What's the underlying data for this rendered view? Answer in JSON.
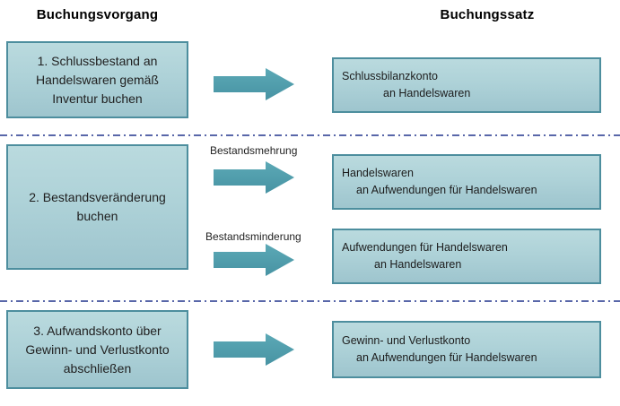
{
  "headers": {
    "left_title": "Buchungsvorgang",
    "right_title": "Buchungssatz"
  },
  "steps": [
    {
      "process": "1. Schlussbestand an Handelswaren gemäß Inventur buchen",
      "bookings": [
        {
          "arrow_label": "",
          "debit": "Schlussbilanzkonto",
          "credit": "an Handelswaren"
        }
      ]
    },
    {
      "process": "2. Bestandsveränderung buchen",
      "bookings": [
        {
          "arrow_label": "Bestandsmehrung",
          "debit": "Handelswaren",
          "credit": "an Aufwendungen für Handelswaren"
        },
        {
          "arrow_label": "Bestandsminderung",
          "debit": "Aufwendungen für Handelswaren",
          "credit": "an Handelswaren"
        }
      ]
    },
    {
      "process": "3. Aufwandskonto über Gewinn- und Verlustkonto abschließen",
      "bookings": [
        {
          "arrow_label": "",
          "debit": "Gewinn- und Verlustkonto",
          "credit": "an Aufwendungen für Handelswaren"
        }
      ]
    }
  ],
  "colors": {
    "box_border": "#4d8e9e",
    "box_fill_top": "#badade",
    "box_fill_bottom": "#9ec5ce",
    "arrow_fill": "#4f9fae",
    "divider": "#5967a9",
    "text": "#1f1f1f"
  }
}
